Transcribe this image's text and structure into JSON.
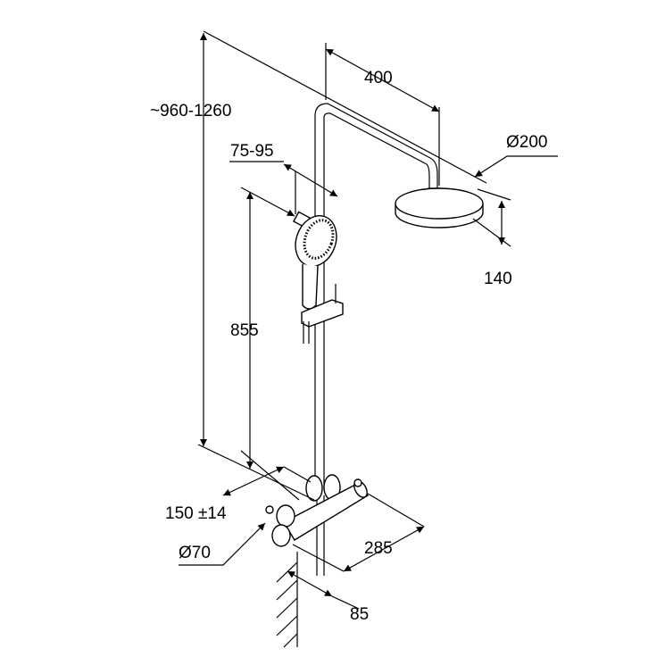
{
  "dimensions": {
    "total_height": "~960-1260",
    "arm_length": "400",
    "head_diameter": "Ø200",
    "head_height": "140",
    "holder_adjust": "75-95",
    "hand_shower_height": "855",
    "inlet_spacing": "150 ±14",
    "inlet_diameter": "Ø70",
    "mixer_width": "285",
    "wall_distance": "85"
  }
}
